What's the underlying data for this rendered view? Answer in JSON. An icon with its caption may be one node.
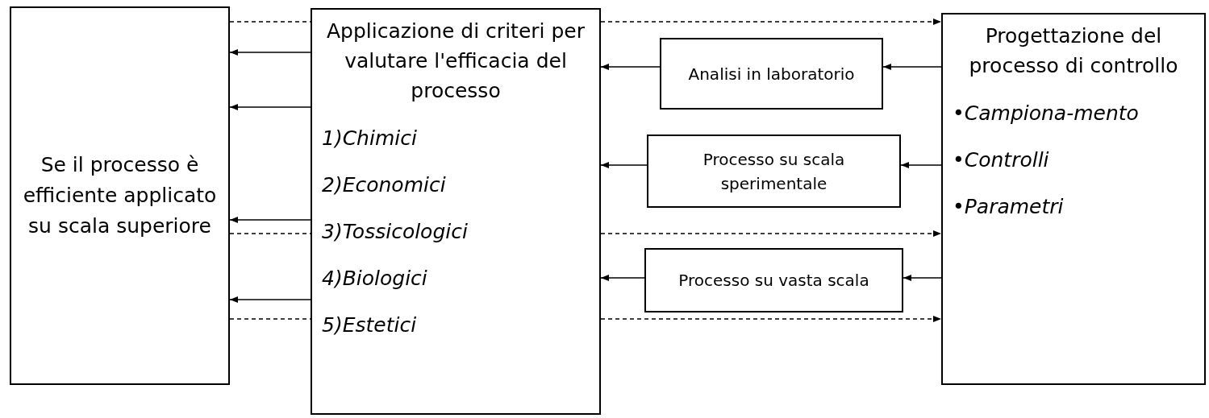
{
  "diagram": {
    "nodes": [
      {
        "text": [
          "Se il processo è efficiente applicato su scala superiore"
        ]
      },
      {
        "text": [
          "Applicazione di criteri per valutare l'efficacia del processo",
          "1)Chimici",
          "2)Economici",
          "3)Tossicologici",
          "4)Biologici",
          "5)Estetici"
        ]
      },
      {
        "text": [
          "Analisi in laboratorio"
        ]
      },
      {
        "text": [
          "Processo su scala sperimentale"
        ]
      },
      {
        "text": [
          "Processo su vasta scala"
        ]
      },
      {
        "text": [
          "Progettazione del processo di controllo",
          "•Campiona-mento",
          "•Controlli",
          "•Parametri"
        ]
      }
    ],
    "edges": [
      {
        "from": 1,
        "to": 0,
        "arrow": "to"
      },
      {
        "from": 1,
        "to": 0,
        "arrow": "to"
      },
      {
        "from": 1,
        "to": 0,
        "arrow": "to"
      },
      {
        "from": 1,
        "to": 0,
        "arrow": "to"
      },
      {
        "from": 0,
        "to": 1,
        "arrow": "none",
        "style": "dashed"
      },
      {
        "from": 0,
        "to": 1,
        "arrow": "none",
        "style": "dashed"
      },
      {
        "from": 0,
        "to": 1,
        "arrow": "none",
        "style": "dashed"
      },
      {
        "from": 1,
        "to": 5,
        "arrow": "to",
        "style": "dashed"
      },
      {
        "from": 1,
        "to": 5,
        "arrow": "to",
        "style": "dashed"
      },
      {
        "from": 1,
        "to": 5,
        "arrow": "to",
        "style": "dashed"
      },
      {
        "from": 5,
        "to": 2,
        "arrow": "to"
      },
      {
        "from": 5,
        "to": 3,
        "arrow": "to"
      },
      {
        "from": 5,
        "to": 4,
        "arrow": "to"
      },
      {
        "from": 2,
        "to": 1,
        "arrow": "to"
      },
      {
        "from": 3,
        "to": 1,
        "arrow": "to"
      },
      {
        "from": 4,
        "to": 1,
        "arrow": "to"
      }
    ]
  }
}
